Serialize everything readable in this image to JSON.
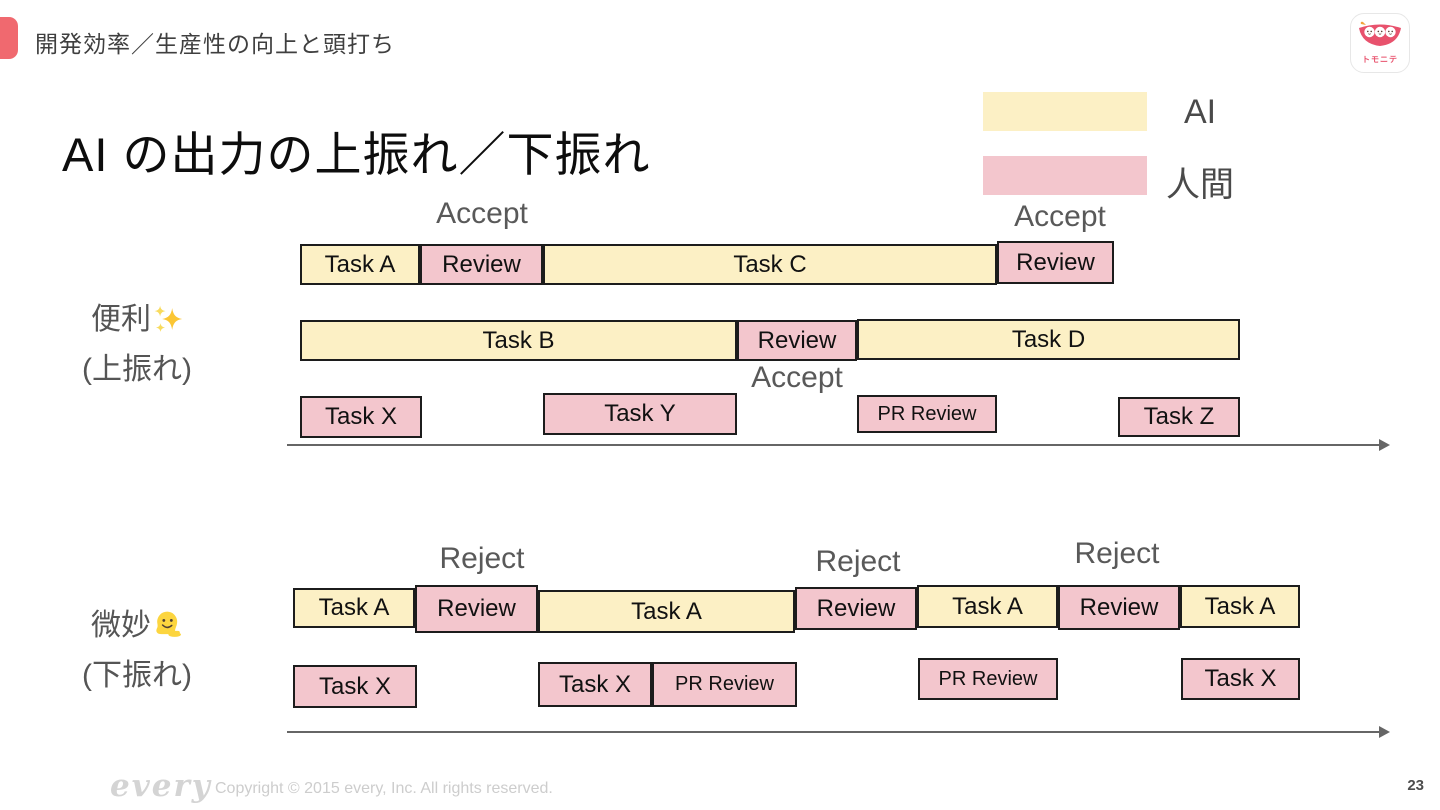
{
  "header": {
    "title": "開発効率／生産性の向上と頭打ち",
    "accent_color": "#F0696F",
    "logo": {
      "text": "トモニテ",
      "pod_color": "#E8526D"
    }
  },
  "slide": {
    "title": "AI の出力の上振れ／下振れ",
    "page_number": "23"
  },
  "legend": {
    "items": [
      {
        "label": "AI",
        "color": "#FCF0C5"
      },
      {
        "label": "人間",
        "color": "#F3C6CD"
      }
    ]
  },
  "bands": [
    {
      "id": "upside",
      "label_line1": "便利",
      "label_emoji": "sparkles",
      "label_line2": "(上振れ)",
      "decisions": [
        "Accept",
        "Accept",
        "Accept"
      ],
      "rows": [
        {
          "boxes": [
            {
              "label": "Task A",
              "type": "ai"
            },
            {
              "label": "Review",
              "type": "human"
            },
            {
              "label": "Task C",
              "type": "ai"
            },
            {
              "label": "Review",
              "type": "human"
            }
          ]
        },
        {
          "boxes": [
            {
              "label": "Task B",
              "type": "ai"
            },
            {
              "label": "Review",
              "type": "human"
            },
            {
              "label": "Task D",
              "type": "ai"
            }
          ]
        },
        {
          "boxes": [
            {
              "label": "Task X",
              "type": "human"
            },
            {
              "label": "Task Y",
              "type": "human"
            },
            {
              "label": "PR Review",
              "type": "human"
            },
            {
              "label": "Task Z",
              "type": "human"
            }
          ]
        }
      ]
    },
    {
      "id": "downside",
      "label_line1": "微妙",
      "label_emoji": "melting-face",
      "label_line2": "(下振れ)",
      "decisions": [
        "Reject",
        "Reject",
        "Reject"
      ],
      "rows": [
        {
          "boxes": [
            {
              "label": "Task A",
              "type": "ai"
            },
            {
              "label": "Review",
              "type": "human"
            },
            {
              "label": "Task A",
              "type": "ai"
            },
            {
              "label": "Review",
              "type": "human"
            },
            {
              "label": "Task A",
              "type": "ai"
            },
            {
              "label": "Review",
              "type": "human"
            },
            {
              "label": "Task A",
              "type": "ai"
            }
          ]
        },
        {
          "boxes": [
            {
              "label": "Task X",
              "type": "human"
            },
            {
              "label": "Task X",
              "type": "human"
            },
            {
              "label": "PR Review",
              "type": "human"
            },
            {
              "label": "PR Review",
              "type": "human"
            },
            {
              "label": "Task X",
              "type": "human"
            }
          ]
        }
      ]
    }
  ],
  "colors": {
    "ai_fill": "#FCF0C5",
    "human_fill": "#F3C6CD",
    "box_border": "#1c1c1c",
    "decision_text": "#595959",
    "timeline": "#666666"
  },
  "footer": {
    "logo_text": "every",
    "copyright": "Copyright © 2015 every, Inc. All rights reserved.",
    "page_number": "23"
  }
}
